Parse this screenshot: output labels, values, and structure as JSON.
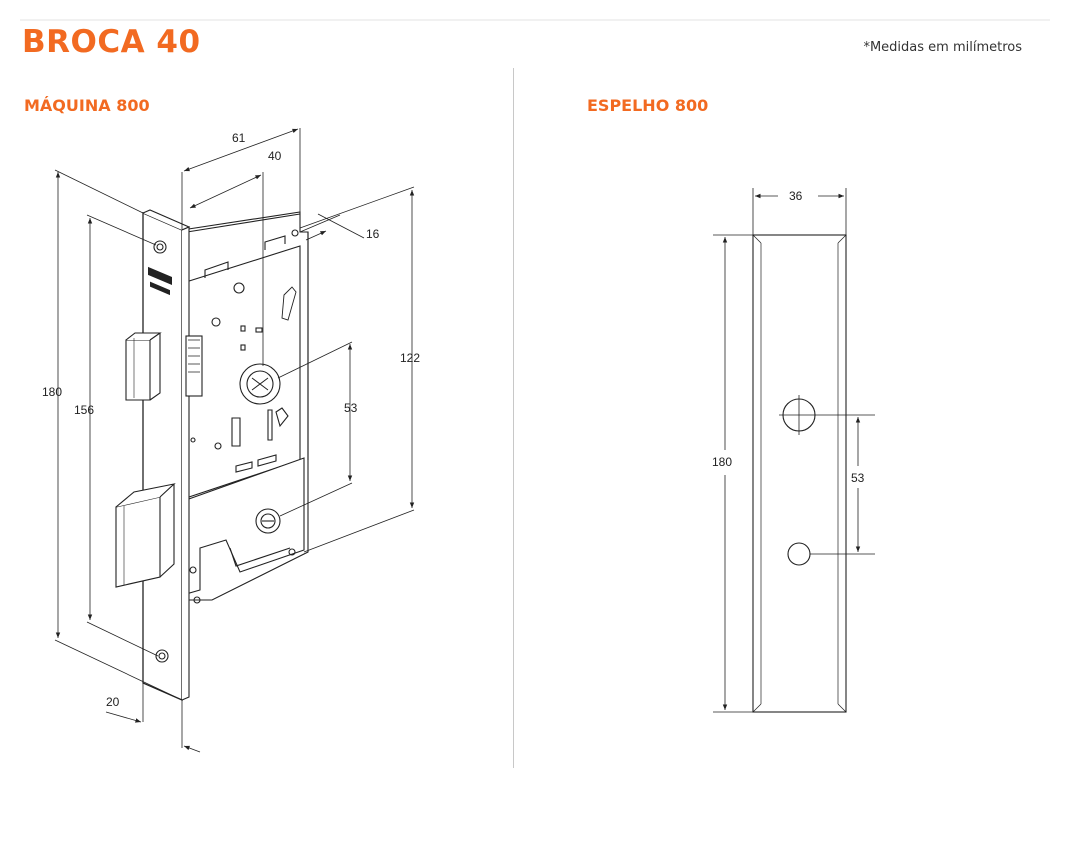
{
  "header": {
    "title": "BROCA 40",
    "note": "*Medidas em milímetros"
  },
  "sections": {
    "left_title": "MÁQUINA 800",
    "right_title": "ESPELHO 800"
  },
  "maquina_dimensions": {
    "width_total": "61",
    "backset": "40",
    "depth": "16",
    "faceplate_height": "180",
    "screw_spacing": "156",
    "body_height": "122",
    "center_distance": "53",
    "faceplate_width": "20"
  },
  "espelho_dimensions": {
    "width": "36",
    "height": "180",
    "center_distance": "53"
  },
  "colors": {
    "accent": "#f26a21",
    "line": "#222222",
    "divider": "#c8c8c8"
  }
}
